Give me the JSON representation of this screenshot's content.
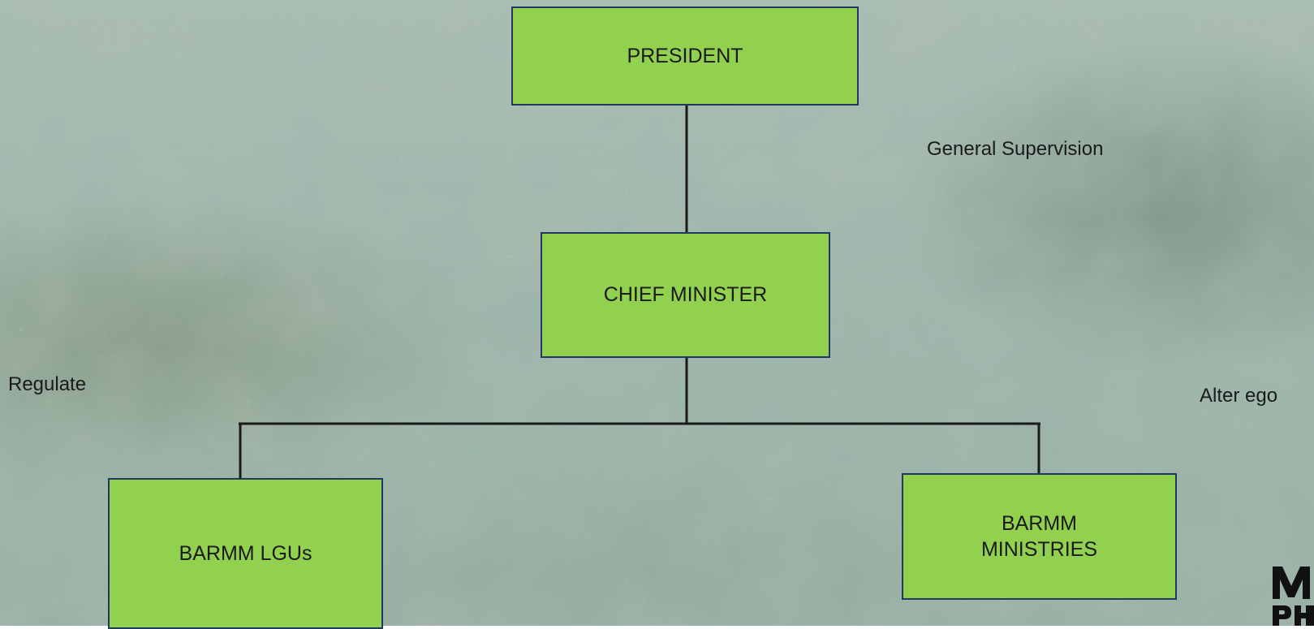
{
  "nodes": {
    "president": "PRESIDENT",
    "chief_minister": "CHIEF MINISTER",
    "barmm_lgus": "BARMM LGUs",
    "barmm_ministries": "BARMM\nMINISTRIES"
  },
  "annotations": {
    "general_supervision": "General Supervision",
    "regulate": "Regulate",
    "alter_ego": "Alter ego"
  },
  "logo_text": "MPH",
  "colors": {
    "box_fill": "#92d050",
    "box_border": "#1f3864",
    "connector": "#1a1a1a"
  }
}
